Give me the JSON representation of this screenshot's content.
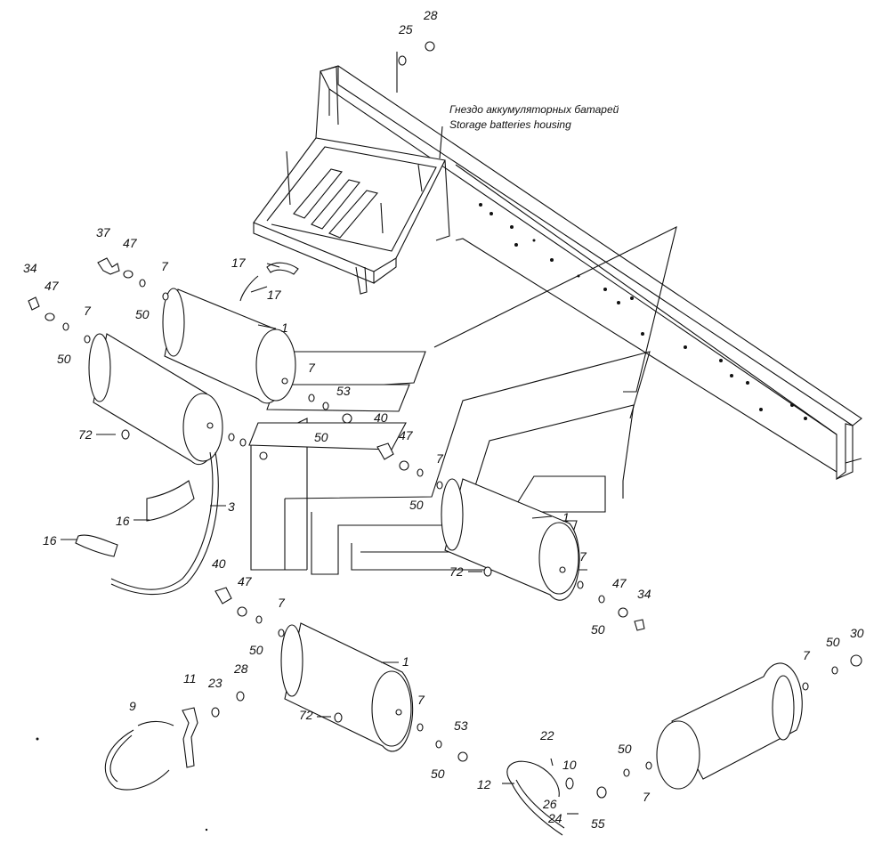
{
  "caption": {
    "ru": "Гнездо аккумуляторных батарей",
    "en": "Storage batteries housing"
  },
  "callouts": [
    {
      "id": "c25",
      "text": "25"
    },
    {
      "id": "c28a",
      "text": "28"
    },
    {
      "id": "c37",
      "text": "37"
    },
    {
      "id": "c47a",
      "text": "47"
    },
    {
      "id": "c7a",
      "text": "7"
    },
    {
      "id": "c34a",
      "text": "34"
    },
    {
      "id": "c47b",
      "text": "47"
    },
    {
      "id": "c50a",
      "text": "50"
    },
    {
      "id": "c17a",
      "text": "17"
    },
    {
      "id": "c17b",
      "text": "17"
    },
    {
      "id": "c7b",
      "text": "7"
    },
    {
      "id": "c50b",
      "text": "50"
    },
    {
      "id": "c1a",
      "text": "1"
    },
    {
      "id": "c7c",
      "text": "7"
    },
    {
      "id": "c53a",
      "text": "53"
    },
    {
      "id": "c50c",
      "text": "50"
    },
    {
      "id": "c40a",
      "text": "40"
    },
    {
      "id": "c47c",
      "text": "47"
    },
    {
      "id": "c72a",
      "text": "72"
    },
    {
      "id": "c7d",
      "text": "7"
    },
    {
      "id": "c50d",
      "text": "50"
    },
    {
      "id": "c1b",
      "text": "1"
    },
    {
      "id": "c3",
      "text": "3"
    },
    {
      "id": "c16a",
      "text": "16"
    },
    {
      "id": "c16b",
      "text": "16"
    },
    {
      "id": "c72b",
      "text": "72"
    },
    {
      "id": "c7e",
      "text": "7"
    },
    {
      "id": "c40b",
      "text": "40"
    },
    {
      "id": "c47d",
      "text": "47"
    },
    {
      "id": "c7f",
      "text": "7"
    },
    {
      "id": "c50e",
      "text": "50"
    },
    {
      "id": "c47e",
      "text": "47"
    },
    {
      "id": "c34b",
      "text": "34"
    },
    {
      "id": "c50f",
      "text": "50"
    },
    {
      "id": "c1c",
      "text": "1"
    },
    {
      "id": "c11",
      "text": "11"
    },
    {
      "id": "c23",
      "text": "23"
    },
    {
      "id": "c28b",
      "text": "28"
    },
    {
      "id": "c9",
      "text": "9"
    },
    {
      "id": "c72c",
      "text": "72"
    },
    {
      "id": "c7g",
      "text": "7"
    },
    {
      "id": "c53b",
      "text": "53"
    },
    {
      "id": "c50g",
      "text": "50"
    },
    {
      "id": "c22",
      "text": "22"
    },
    {
      "id": "c10",
      "text": "10"
    },
    {
      "id": "c12",
      "text": "12"
    },
    {
      "id": "c26",
      "text": "26"
    },
    {
      "id": "c24",
      "text": "24"
    },
    {
      "id": "c55",
      "text": "55"
    },
    {
      "id": "c50h",
      "text": "50"
    },
    {
      "id": "c7h",
      "text": "7"
    },
    {
      "id": "c7i",
      "text": "7"
    },
    {
      "id": "c50i",
      "text": "50"
    },
    {
      "id": "c30",
      "text": "30"
    }
  ]
}
